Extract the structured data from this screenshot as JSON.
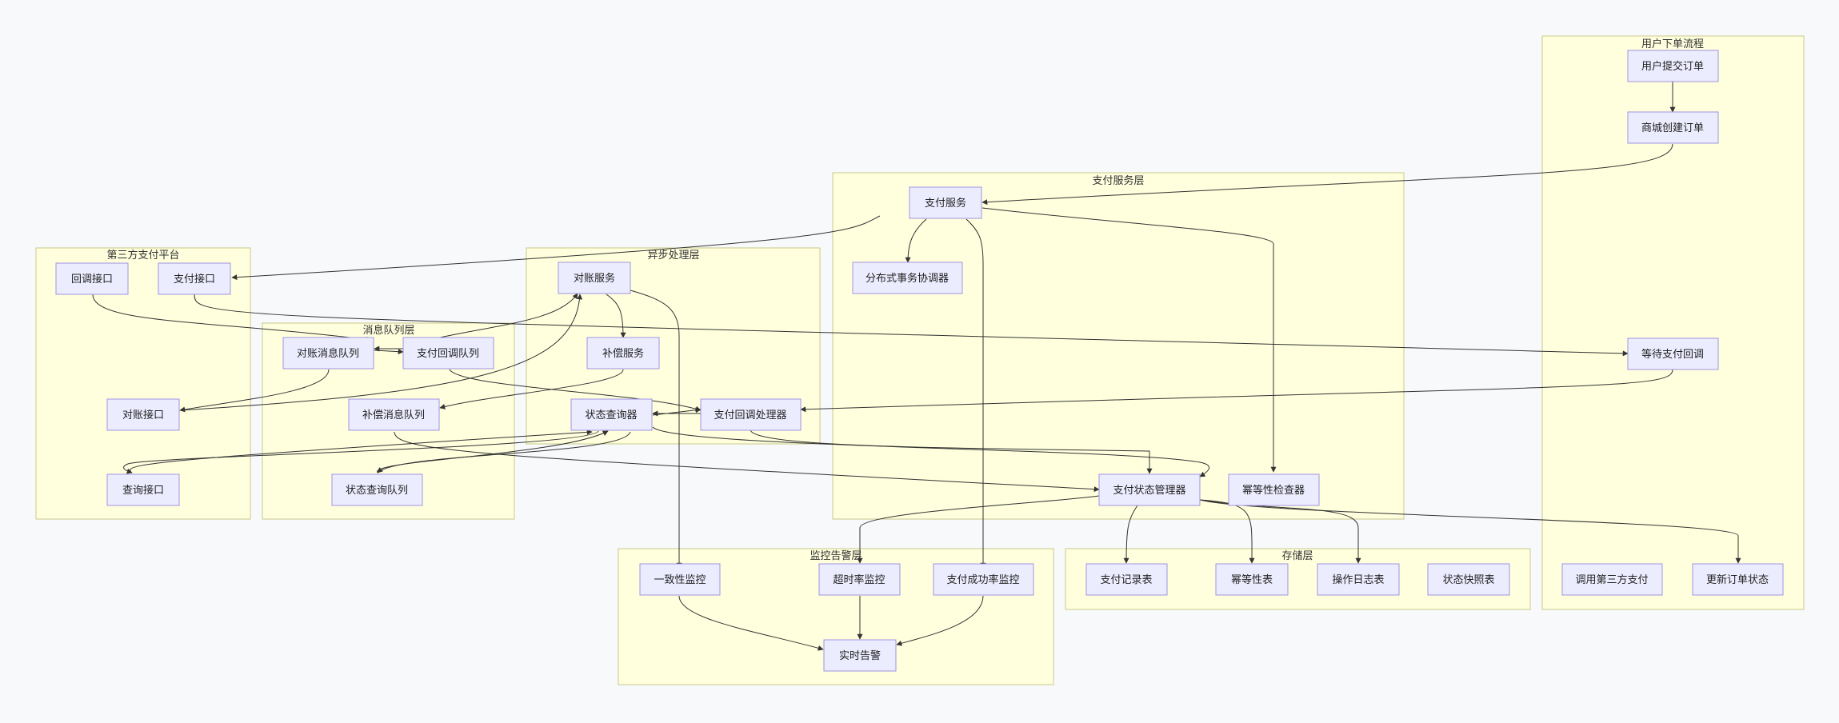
{
  "clusters": {
    "user_flow": "用户下单流程",
    "payment_service": "支付服务层",
    "third_party": "第三方支付平台",
    "async": "异步处理层",
    "mq": "消息队列层",
    "monitor": "监控告警层",
    "storage": "存储层"
  },
  "nodes": {
    "submit_order": "用户提交订单",
    "create_order": "商城创建订单",
    "wait_callback": "等待支付回调",
    "call_third": "调用第三方支付",
    "update_status": "更新订单状态",
    "pay_service": "支付服务",
    "dist_tx": "分布式事务协调器",
    "state_mgr": "支付状态管理器",
    "idem_checker": "幂等性检查器",
    "callback_api": "回调接口",
    "pay_api": "支付接口",
    "recon_api": "对账接口",
    "query_api": "查询接口",
    "recon_service": "对账服务",
    "comp_service": "补偿服务",
    "state_query": "状态查询器",
    "callback_handler": "支付回调处理器",
    "recon_queue": "对账消息队列",
    "callback_queue": "支付回调队列",
    "comp_queue": "补偿消息队列",
    "query_queue": "状态查询队列",
    "consistency_mon": "一致性监控",
    "timeout_mon": "超时率监控",
    "success_mon": "支付成功率监控",
    "alert": "实时告警",
    "pay_record": "支付记录表",
    "idem_table": "幂等性表",
    "op_log": "操作日志表",
    "snapshot": "状态快照表"
  },
  "colors": {
    "cluster_fill": "#ffffde",
    "cluster_stroke": "#c9c98a",
    "node_fill": "#ececff",
    "node_stroke": "#9f93e0",
    "edge": "#333333",
    "background": "#f8f9fb"
  }
}
